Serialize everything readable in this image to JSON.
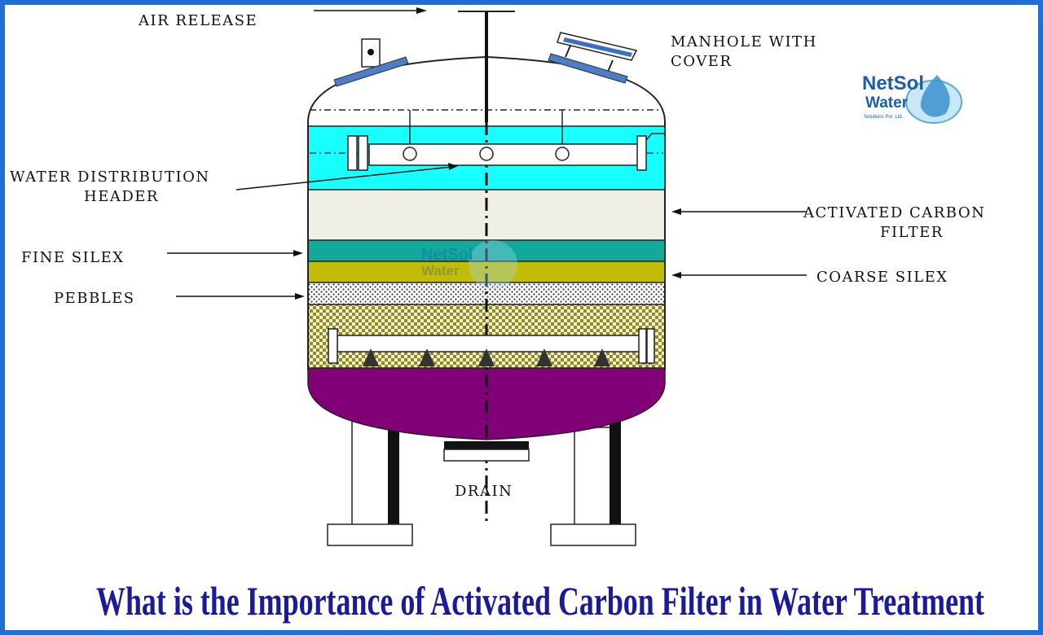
{
  "labels": {
    "air_release": "AIR RELEASE",
    "manhole_line1": "MANHOLE WITH",
    "manhole_line2": "COVER",
    "water_dist_line1": "WATER DISTRIBUTION",
    "water_dist_line2": "HEADER",
    "activated_line1": "ACTIVATED CARBON",
    "activated_line2": "FILTER",
    "fine_silex": "FINE SILEX",
    "coarse_silex": "COARSE SILEX",
    "pebbles": "PEBBLES",
    "drain": "DRAIN"
  },
  "logo": {
    "line1": "NetSol",
    "line2": "Water",
    "tagline": "Solutions Pvt. Ltd."
  },
  "watermark": {
    "line1": "NetSol",
    "line2": "Water"
  },
  "title": "What is the Importance of Activated Carbon Filter in Water Treatment",
  "colors": {
    "border": "#1f6fd6",
    "water_layer": "#17ffff",
    "carbon_layer": "#f0efe6",
    "fine_silex": "#12a99b",
    "coarse_silex": "#c3bc06",
    "bottom_dome": "#820077",
    "title": "#1a1a9a"
  }
}
